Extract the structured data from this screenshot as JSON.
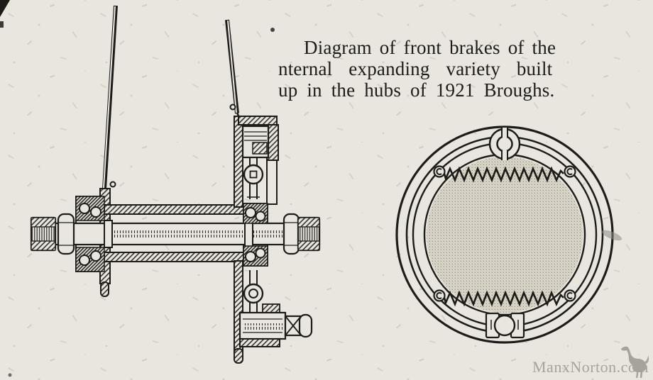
{
  "caption": {
    "lines": [
      "Diagram of front brakes of the",
      "nternal expanding variety built",
      "up in the hubs of 1921 Broughs."
    ]
  },
  "watermark": {
    "text": "ManxNorton.com"
  },
  "icons": {
    "bird_watermark": "emu-silhouette"
  },
  "colors": {
    "paper": "#e9e6e0",
    "ink": "#1d1c18",
    "stipple": "#dcd8cc",
    "watermark": "#a5a39b"
  }
}
